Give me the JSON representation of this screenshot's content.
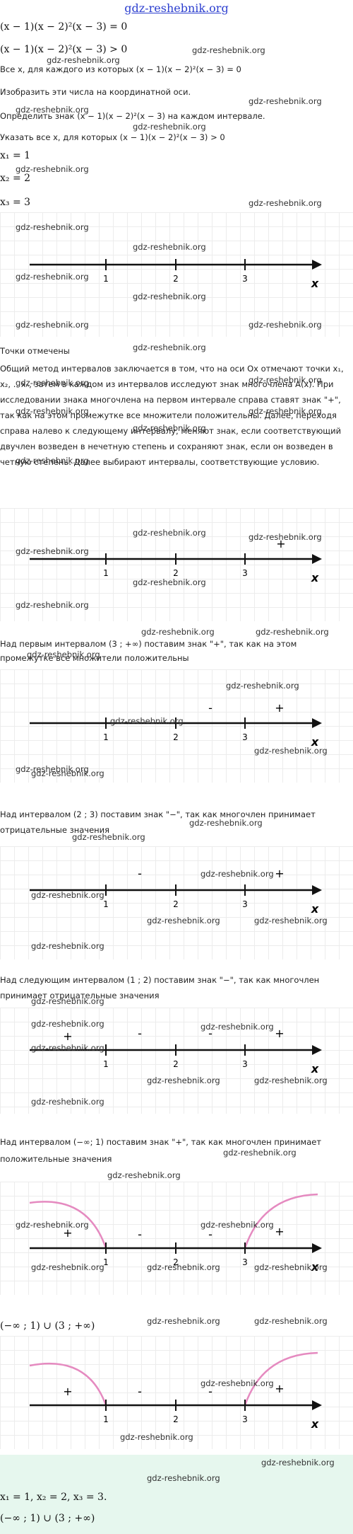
{
  "site": {
    "title": "gdz-reshebnik.org",
    "watermark": "gdz-reshebnik.org"
  },
  "lines": {
    "eq1": "(x − 1)(x − 2)²(x − 3) = 0",
    "ineq1": "(x − 1)(x − 2)²(x − 3) > 0",
    "t1": "Все x, для каждого из которых (x − 1)(x − 2)²(x − 3) = 0",
    "t2": "Изобразить эти числа на координатной оси.",
    "t3": "Определить знак (x − 1)(x − 2)²(x − 3) на каждом интервале.",
    "t4": "Указать все x, для которых (x − 1)(x − 2)²(x − 3) > 0",
    "x1": "x₁ = 1",
    "x2": "x₂ = 2",
    "x3": "x₃ = 3",
    "marked": "Точки отмечены",
    "method": "Общий метод интервалов заключается в том, что на оси Ox отмечают точки x₁, x₂, .. xₙ, затем в каждом из интервалов исследуют знак многочлена A(x). При исследовании знака многочлена на первом интервале справа ставят знак \"+\", так как на этом промежутке все множители положительны. Далее, переходя справа налево к следующему интервалу, меняют знак, если соответствующий двучлен возведен в нечетную степень и сохраняют знак, если он возведен в четную степень. Далее выбирают интервалы, соответствующие условию.",
    "p1": "Над первым интервалом (3 ; +∞) поставим знак \"+\", так как на этом промежутке все множители положительны",
    "p2": "Над интервалом (2 ; 3) поставим знак \"−\", так как многочлен принимает отрицательные значения",
    "p3": "Над следующим интервалом (1 ; 2) поставим знак \"−\", так как многочлен принимает отрицательные значения",
    "p4": "Над интервалом (−∞; 1) поставим знак \"+\", так как многочлен принимает положительные значения",
    "union1": "(−∞ ; 1) ∪ (3 ; +∞)",
    "final1": "x₁ = 1, x₂ = 2, x₃ = 3.",
    "final2": "(−∞ ; 1) ∪ (3 ; +∞)"
  },
  "axis": {
    "ticks": [
      "1",
      "2",
      "3"
    ],
    "var": "x"
  },
  "signs": {
    "d2": [
      "+"
    ],
    "d3": [
      "-",
      "+"
    ],
    "d4": [
      "-",
      "+"
    ],
    "d5": [
      "+",
      "-",
      "-",
      "+"
    ],
    "d6": [
      "+",
      "-",
      "-",
      "+"
    ],
    "d7": [
      "+",
      "-",
      "-",
      "+"
    ]
  },
  "colors": {
    "arc": "#e58ac0",
    "answer_bg": "#e6f7ee",
    "title": "#2c3fcf"
  }
}
